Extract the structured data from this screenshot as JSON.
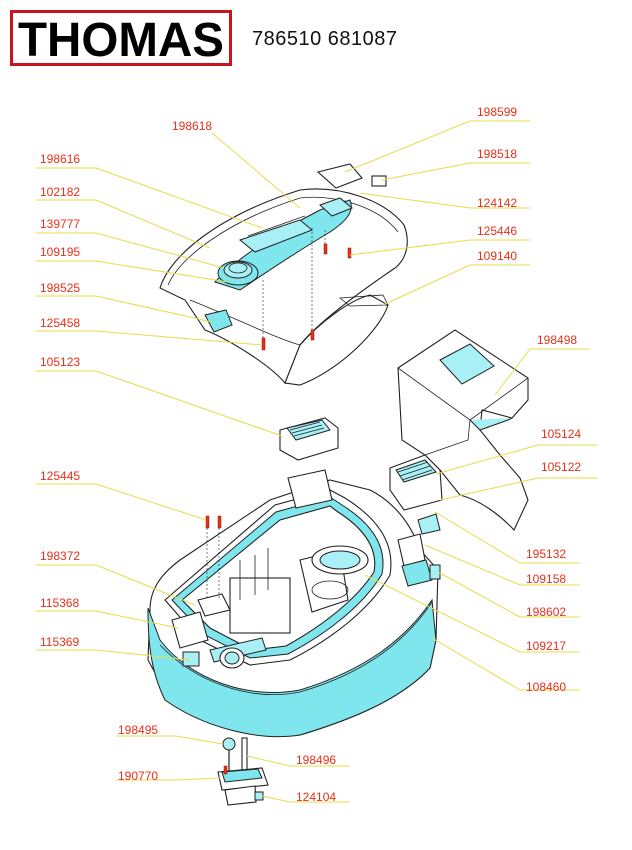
{
  "header": {
    "brand": "THOMAS",
    "model_numbers": "786510 681087"
  },
  "colors": {
    "brand_red": "#c8141e",
    "label_red": "#e8301a",
    "leader_yellow": "#e6dc4a",
    "part_cyan": "#7fe6ee"
  },
  "parts": [
    "198599",
    "198618",
    "198518",
    "198616",
    "124142",
    "102182",
    "125446",
    "139777",
    "109140",
    "109195",
    "198525",
    "125458",
    "198498",
    "105123",
    "105124",
    "125445",
    "105122",
    "195132",
    "198372",
    "109158",
    "115368",
    "198602",
    "115369",
    "109217",
    "108460",
    "198495",
    "198496",
    "190770",
    "124104"
  ]
}
